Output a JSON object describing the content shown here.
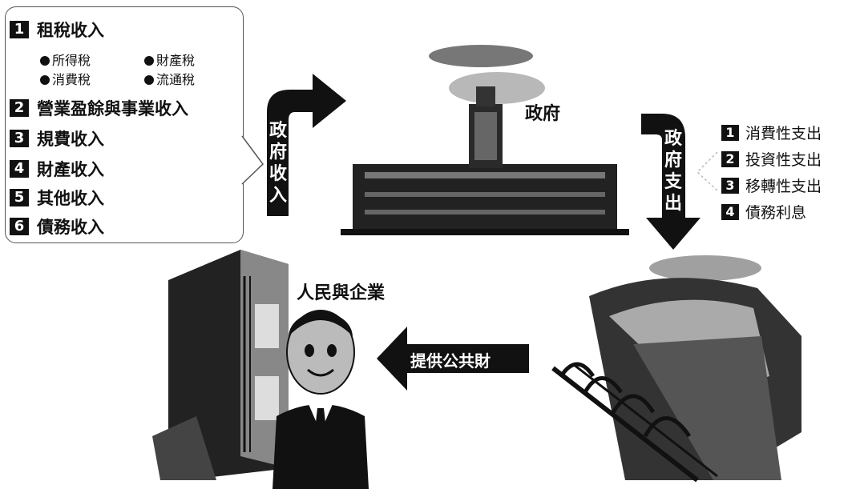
{
  "revenue": {
    "items": [
      {
        "num": "1",
        "label": "租稅收入"
      },
      {
        "num": "2",
        "label": "營業盈餘與事業收入"
      },
      {
        "num": "3",
        "label": "規費收入"
      },
      {
        "num": "4",
        "label": "財產收入"
      },
      {
        "num": "5",
        "label": "其他收入"
      },
      {
        "num": "6",
        "label": "債務收入"
      }
    ],
    "taxes": [
      "所得稅",
      "財產稅",
      "消費稅",
      "流通稅"
    ]
  },
  "flows": {
    "gov_revenue": [
      "政",
      "府",
      "收",
      "入"
    ],
    "gov_expenditure": [
      "政",
      "府",
      "支",
      "出"
    ],
    "public_goods": "提供公共財"
  },
  "nodes": {
    "government": "政府",
    "people": "人民與企業"
  },
  "expenditure": {
    "items": [
      {
        "num": "1",
        "label": "消費性支出"
      },
      {
        "num": "2",
        "label": "投資性支出"
      },
      {
        "num": "3",
        "label": "移轉性支出"
      },
      {
        "num": "4",
        "label": "債務利息"
      }
    ]
  }
}
